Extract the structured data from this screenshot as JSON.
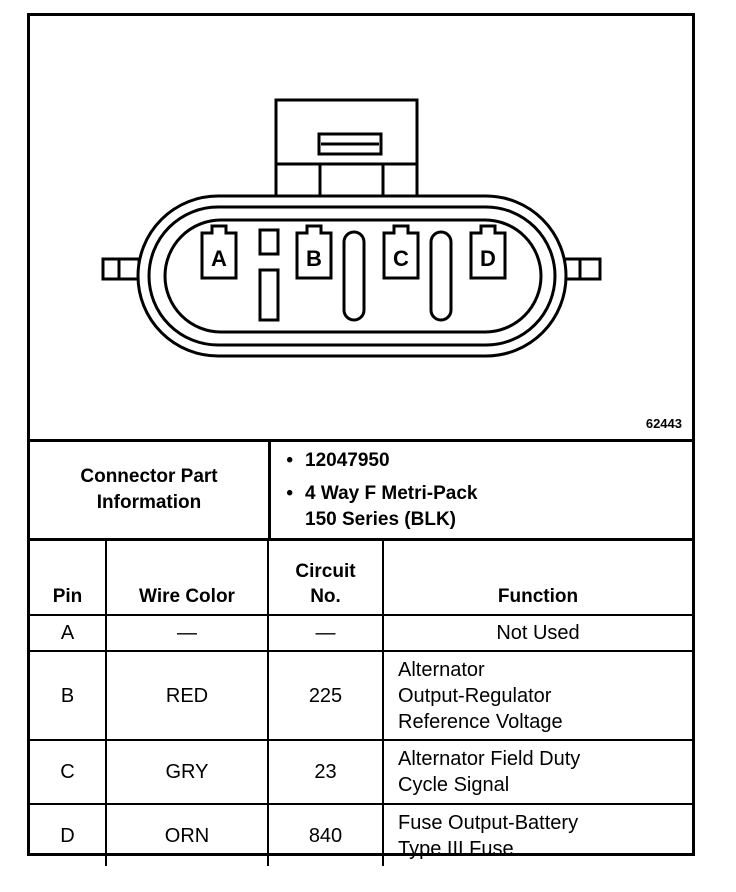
{
  "figure_id": "62443",
  "connector": {
    "pins": [
      "A",
      "B",
      "C",
      "D"
    ]
  },
  "part_info": {
    "label": "Connector Part\nInformation",
    "values": [
      "12047950",
      "4 Way F Metri-Pack\n150 Series (BLK)"
    ]
  },
  "table": {
    "headers": {
      "pin": "Pin",
      "wire_color": "Wire Color",
      "circuit": "Circuit\nNo.",
      "function": "Function"
    },
    "rows": [
      {
        "pin": "A",
        "wire_color": "—",
        "circuit": "—",
        "function": "Not Used"
      },
      {
        "pin": "B",
        "wire_color": "RED",
        "circuit": "225",
        "function": "Alternator\nOutput-Regulator\nReference Voltage"
      },
      {
        "pin": "C",
        "wire_color": "GRY",
        "circuit": "23",
        "function": "Alternator Field Duty\nCycle Signal"
      },
      {
        "pin": "D",
        "wire_color": "ORN",
        "circuit": "840",
        "function": "Fuse Output-Battery\nType III Fuse"
      }
    ]
  }
}
